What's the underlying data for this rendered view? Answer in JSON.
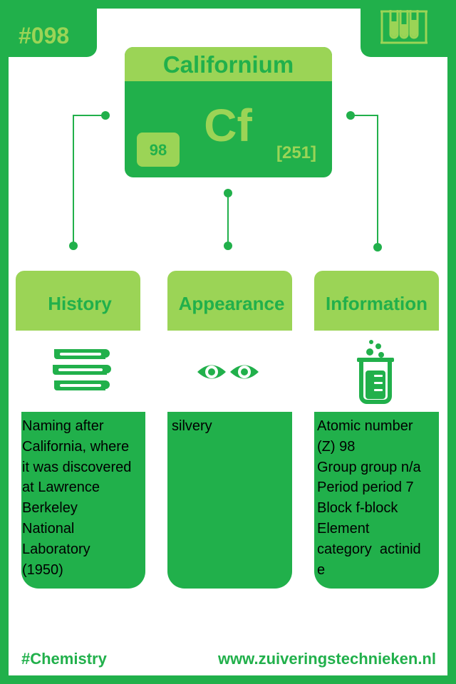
{
  "badge": {
    "number": "#098"
  },
  "element": {
    "name": "Californium",
    "symbol": "Cf",
    "atomic_number": "98",
    "atomic_mass": "[251]"
  },
  "sections": [
    {
      "title": "History",
      "icon": "books-icon",
      "text": "Naming after\nCalifornia, where\nit was discovered\nat Lawrence\nBerkeley\nNational\nLaboratory\n(1950)"
    },
    {
      "title": "Appearance",
      "icon": "eyes-icon",
      "text": "silvery"
    },
    {
      "title": "Information",
      "icon": "beaker-icon",
      "text": "Atomic number\n(Z) 98\nGroup group n/a\nPeriod period 7\nBlock f-block\nElement\ncategory  actinid\ne"
    }
  ],
  "footer": {
    "hashtag": "#Chemistry",
    "website": "www.zuiveringstechnieken.nl"
  },
  "colors": {
    "dark_green": "#21b04b",
    "light_green": "#9bd456",
    "white": "#ffffff"
  },
  "icons": {
    "header_right": "test-tubes-icon"
  }
}
